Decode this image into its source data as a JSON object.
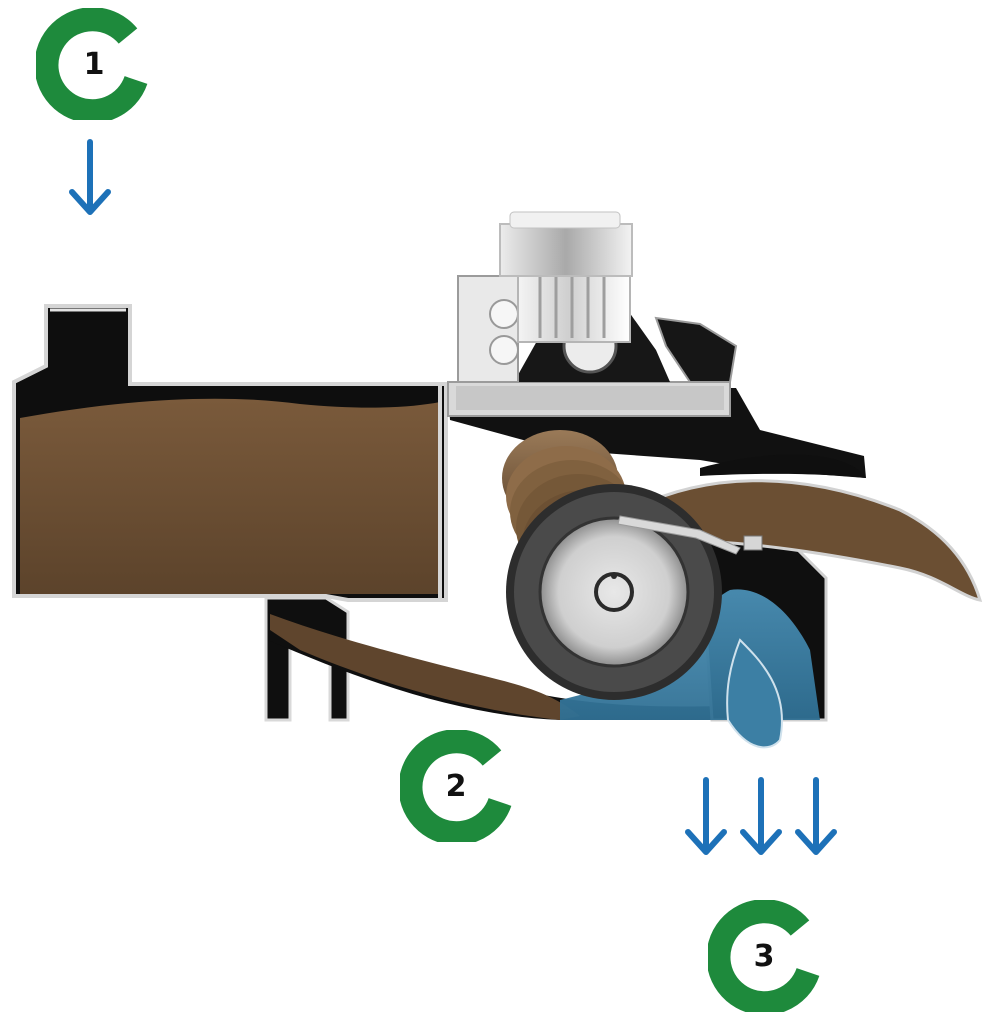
{
  "steps": [
    {
      "label": "1"
    },
    {
      "label": "2"
    },
    {
      "label": "3"
    }
  ],
  "colors": {
    "badge_green": "#1e8a3c",
    "arrow_blue": "#1d71b8",
    "sludge_brown": "#6b4f33",
    "water_blue": "#3c7fa4",
    "housing_black": "#111111",
    "steel_gray": "#bfc2c4"
  },
  "icons": {
    "inflow_arrow": "arrow-down-icon",
    "outflow_arrows": "arrow-down-icon"
  }
}
